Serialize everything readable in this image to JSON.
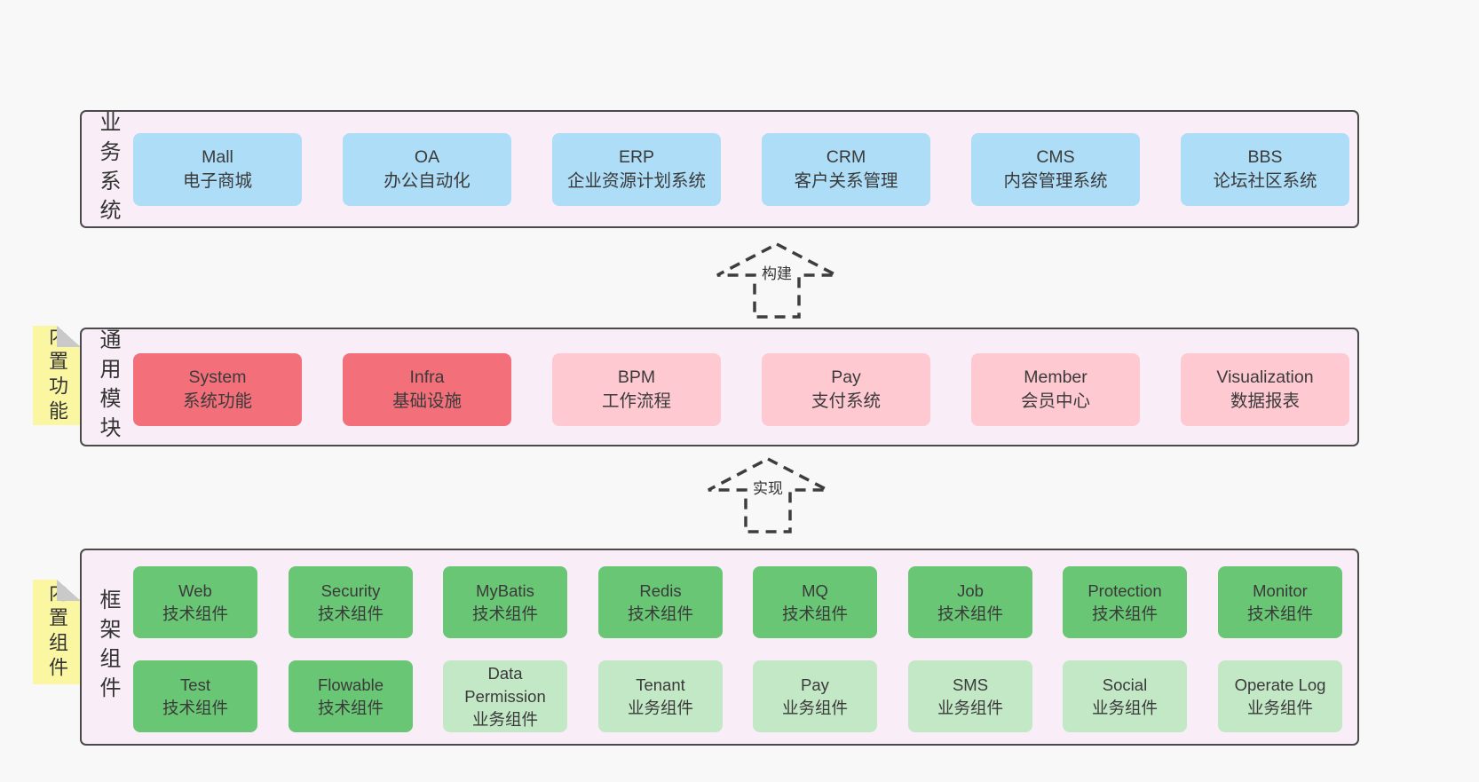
{
  "colors": {
    "page_bg": "#f8f8f8",
    "band_bg": "#f9eef7",
    "band_border": "#4a4a4a",
    "blue": "#aeddf7",
    "red": "#f3707a",
    "pink": "#ffc9d2",
    "green": "#69c674",
    "light_green": "#c3e8c6",
    "sticky_yellow": "#fbf6a1",
    "fold_gray": "#c9c9c9",
    "text": "#3a3a3a"
  },
  "bands": {
    "business": {
      "label": "业务系统",
      "boxes": [
        {
          "title": "Mall",
          "subtitle": "电子商城"
        },
        {
          "title": "OA",
          "subtitle": "办公自动化"
        },
        {
          "title": "ERP",
          "subtitle": "企业资源计划系统"
        },
        {
          "title": "CRM",
          "subtitle": "客户关系管理"
        },
        {
          "title": "CMS",
          "subtitle": "内容管理系统"
        },
        {
          "title": "BBS",
          "subtitle": "论坛社区系统"
        }
      ]
    },
    "modules": {
      "label": "通用模块",
      "sticky": "内置功能",
      "boxes": [
        {
          "title": "System",
          "subtitle": "系统功能"
        },
        {
          "title": "Infra",
          "subtitle": "基础设施"
        },
        {
          "title": "BPM",
          "subtitle": "工作流程"
        },
        {
          "title": "Pay",
          "subtitle": "支付系统"
        },
        {
          "title": "Member",
          "subtitle": "会员中心"
        },
        {
          "title": "Visualization",
          "subtitle": "数据报表"
        }
      ]
    },
    "components": {
      "label": "框架组件",
      "sticky": "内置组件",
      "row1": [
        {
          "title": "Web",
          "subtitle": "技术组件"
        },
        {
          "title": "Security",
          "subtitle": "技术组件"
        },
        {
          "title": "MyBatis",
          "subtitle": "技术组件"
        },
        {
          "title": "Redis",
          "subtitle": "技术组件"
        },
        {
          "title": "MQ",
          "subtitle": "技术组件"
        },
        {
          "title": "Job",
          "subtitle": "技术组件"
        },
        {
          "title": "Protection",
          "subtitle": "技术组件"
        },
        {
          "title": "Monitor",
          "subtitle": "技术组件"
        }
      ],
      "row2": [
        {
          "title": "Test",
          "subtitle": "技术组件"
        },
        {
          "title": "Flowable",
          "subtitle": "技术组件"
        },
        {
          "title": "Data Permission",
          "subtitle": "业务组件"
        },
        {
          "title": "Tenant",
          "subtitle": "业务组件"
        },
        {
          "title": "Pay",
          "subtitle": "业务组件"
        },
        {
          "title": "SMS",
          "subtitle": "业务组件"
        },
        {
          "title": "Social",
          "subtitle": "业务组件"
        },
        {
          "title": "Operate Log",
          "subtitle": "业务组件"
        }
      ]
    }
  },
  "arrows": {
    "build": {
      "label": "构建"
    },
    "implement": {
      "label": "实现"
    }
  }
}
